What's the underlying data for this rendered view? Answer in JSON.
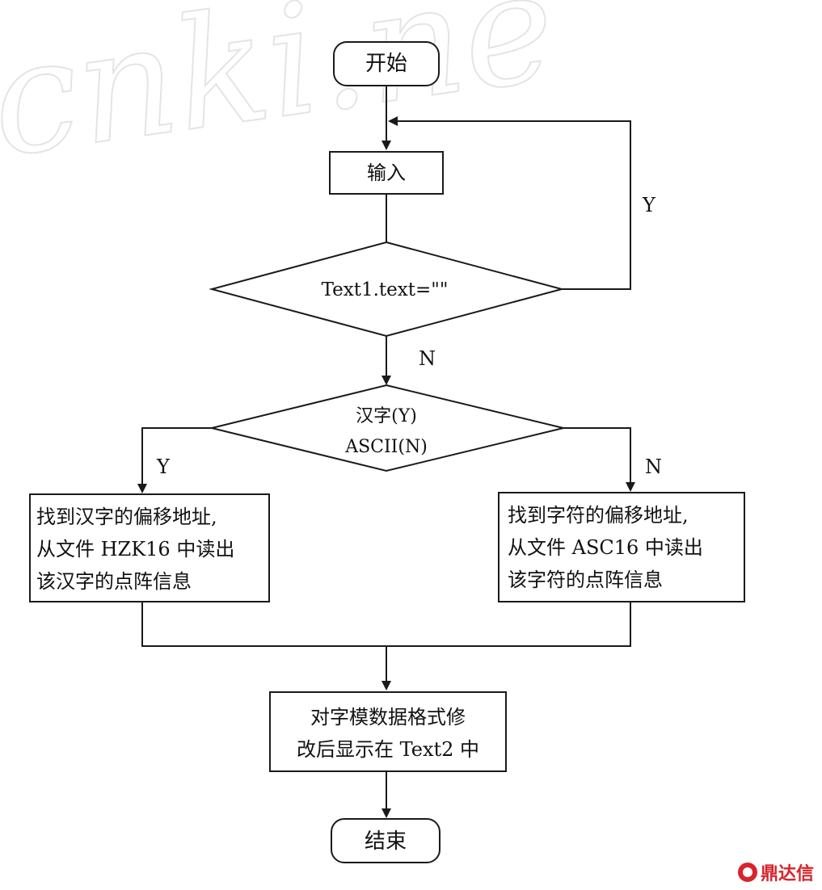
{
  "watermark": "cnki.ne",
  "nodes": {
    "start": "开始",
    "input": "输入",
    "check_empty": "Text1.text=\"\"",
    "char_type_line1": "汉字(Y)",
    "char_type_line2": "ASCII(N)",
    "hanzi_line1": "找到汉字的偏移地址,",
    "hanzi_line2": "从文件 HZK16 中读出",
    "hanzi_line3": "该汉字的点阵信息",
    "ascii_line1": "找到字符的偏移地址,",
    "ascii_line2": "从文件 ASC16 中读出",
    "ascii_line3": "该字符的点阵信息",
    "display_line1": "对字模数据格式修",
    "display_line2": "改后显示在 Text2 中",
    "end": "结束"
  },
  "edge_labels": {
    "loop_yes": "Y",
    "empty_no": "N",
    "hanzi_yes": "Y",
    "ascii_no": "N"
  },
  "logo": {
    "text": "鼎达信",
    "color": "#d8242a"
  }
}
